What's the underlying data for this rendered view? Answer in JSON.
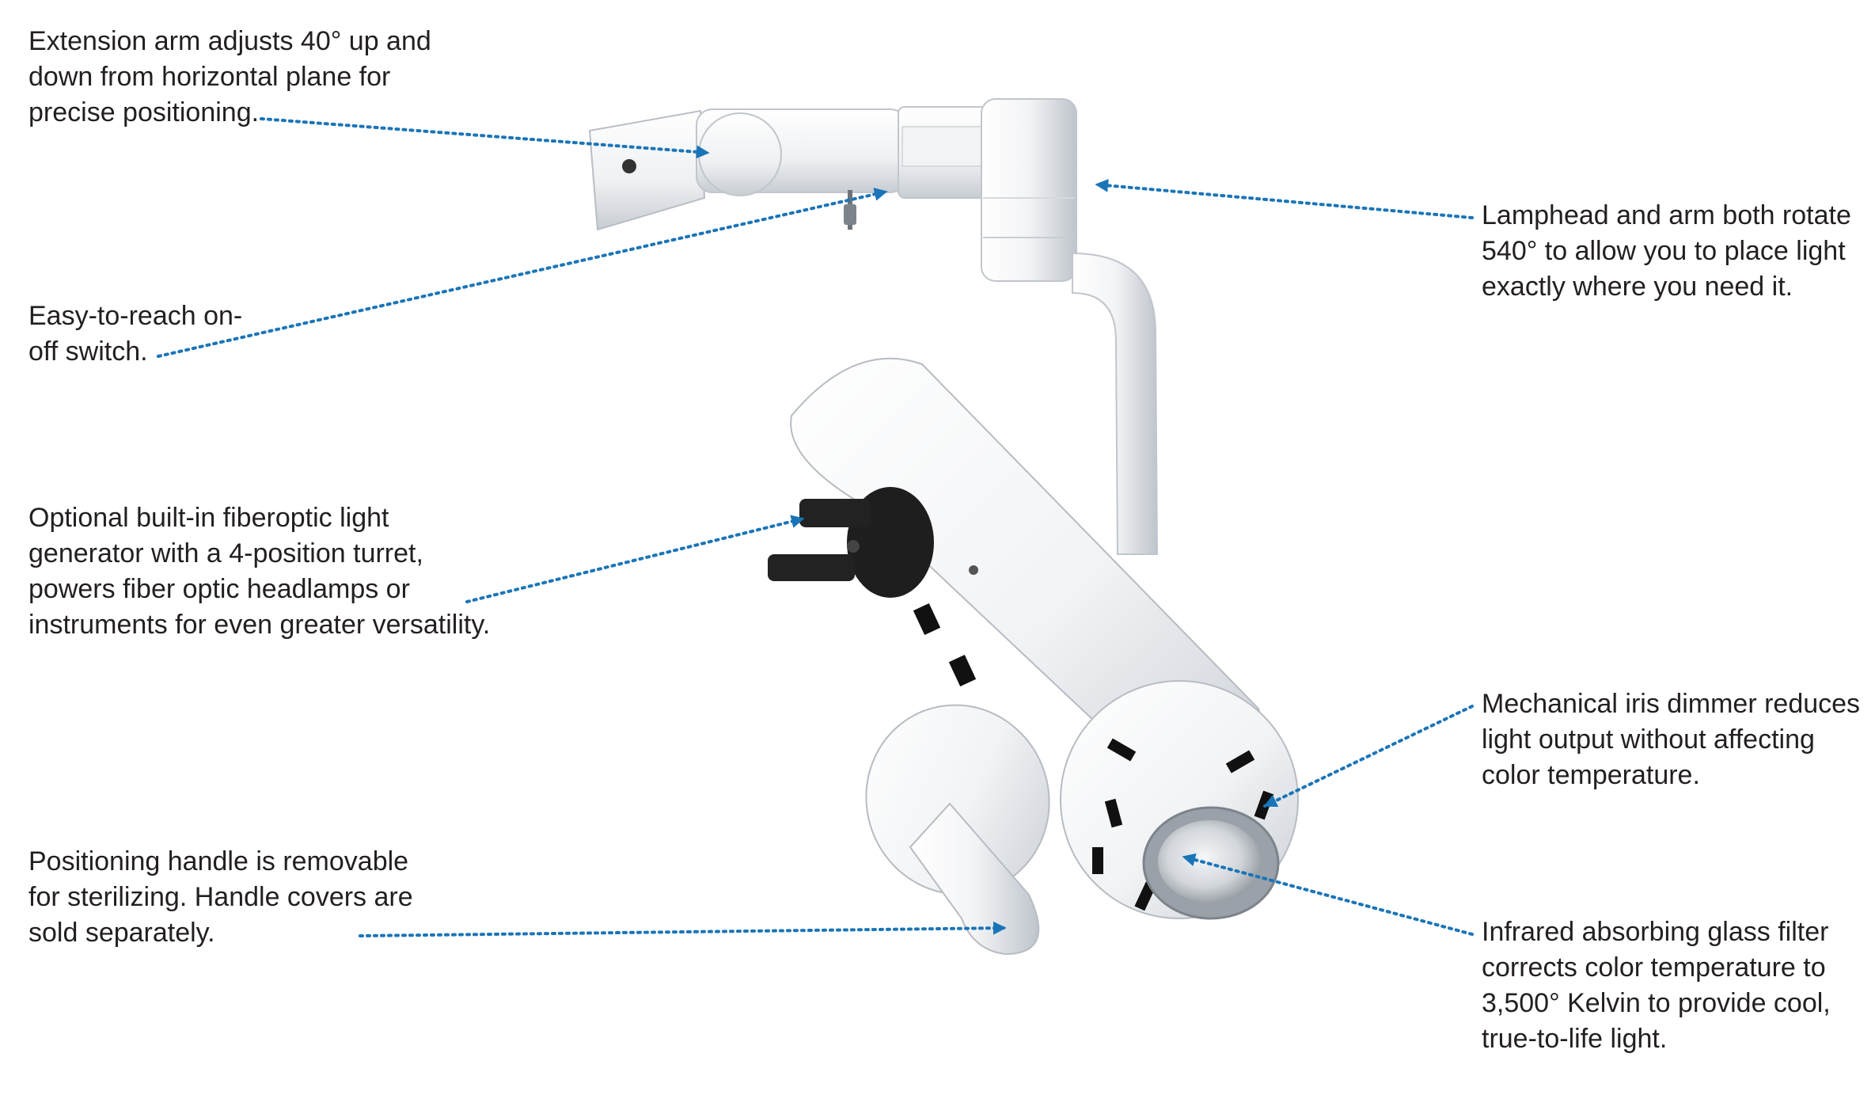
{
  "colors": {
    "text": "#231f20",
    "leader": "#1a75b8",
    "background": "#ffffff"
  },
  "callouts": {
    "extension_arm": {
      "lines": [
        "Extension arm adjusts 40° up and",
        "down from horizontal plane for",
        "precise positioning."
      ]
    },
    "switch": {
      "lines": [
        "Easy-to-reach on-",
        "off switch."
      ]
    },
    "fiberoptic": {
      "lines": [
        "Optional built-in fiberoptic light",
        "generator with a 4-position turret,",
        "powers fiber optic headlamps or",
        "instruments for even greater versatility."
      ]
    },
    "handle": {
      "lines": [
        "Positioning handle is removable",
        "for sterilizing. Handle covers are",
        "sold separately."
      ]
    },
    "rotate": {
      "lines": [
        "Lamphead and arm both rotate",
        "540° to allow you to place light",
        "exactly where you need it."
      ]
    },
    "iris": {
      "lines": [
        "Mechanical iris dimmer reduces",
        "light output without affecting",
        "color temperature."
      ]
    },
    "filter": {
      "lines": [
        "Infrared absorbing glass filter",
        "corrects color temperature to",
        "3,500° Kelvin to provide cool,",
        "true-to-life light."
      ]
    }
  },
  "product_image": {
    "subject": "surgical-lamphead-with-extension-arm"
  }
}
